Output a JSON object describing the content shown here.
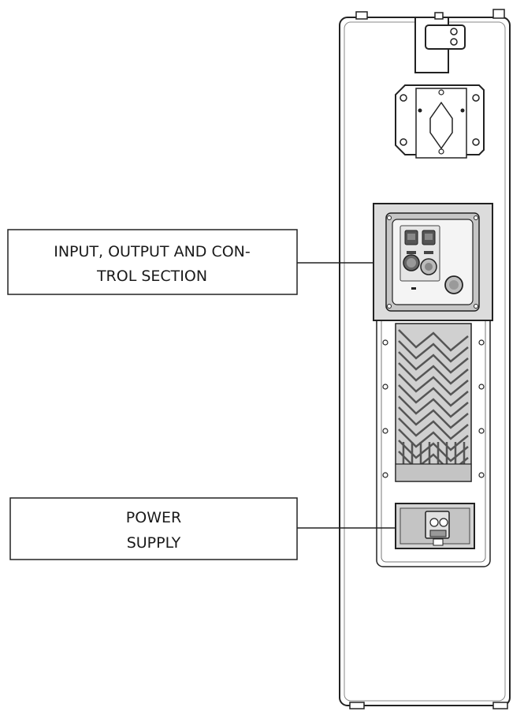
{
  "callouts": {
    "io_section": {
      "line1": "INPUT, OUTPUT AND CON-",
      "line2": "TROL SECTION"
    },
    "power_supply": {
      "line1": "POWER",
      "line2": "SUPPLY"
    }
  },
  "colors": {
    "outline": "#222222",
    "panel_fill": "#dcdcdc",
    "module_fill": "#c8c8c8",
    "heatsink_fill": "#d0d0d0"
  }
}
